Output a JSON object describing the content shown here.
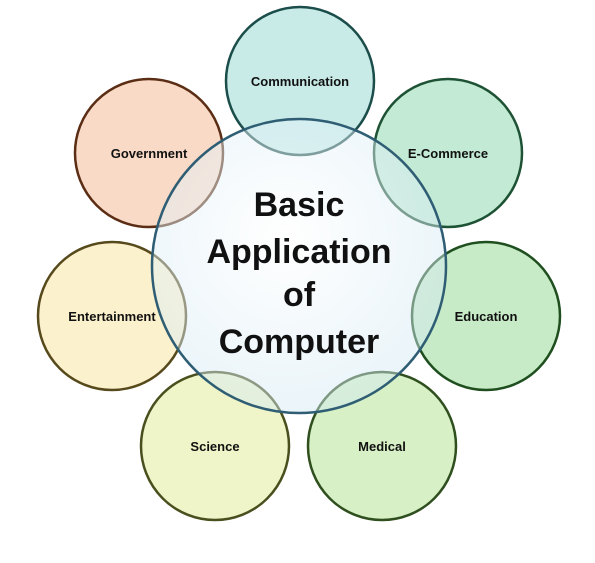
{
  "diagram": {
    "center": {
      "lines": [
        "Basic",
        "Application",
        "of",
        "Computer"
      ],
      "color": "#dbeef6",
      "stroke": "#2f5e74"
    },
    "satellites": [
      {
        "label": "Communication",
        "color": "#bfe8e4",
        "stroke": "#1b4d4a"
      },
      {
        "label": "E-Commerce",
        "color": "#b8e6cc",
        "stroke": "#1e5234"
      },
      {
        "label": "Education",
        "color": "#bde6bd",
        "stroke": "#1f4f1f"
      },
      {
        "label": "Medical",
        "color": "#d0edbc",
        "stroke": "#2f4f1e"
      },
      {
        "label": "Science",
        "color": "#ecf3bf",
        "stroke": "#4a4f1e"
      },
      {
        "label": "Entertainment",
        "color": "#fbefc4",
        "stroke": "#56491c"
      },
      {
        "label": "Government",
        "color": "#f8d3bd",
        "stroke": "#5a2d14"
      }
    ]
  }
}
